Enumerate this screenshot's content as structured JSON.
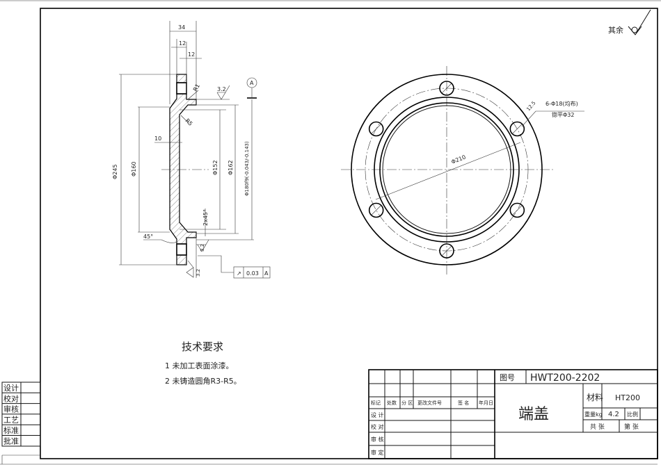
{
  "drawing": {
    "surface_finish_note": "其余",
    "section_dims": {
      "d34": "34",
      "d12a": "12",
      "d12b": "12",
      "r1": "R1",
      "r5": "R5",
      "ra32_top": "3.2",
      "datum": "A",
      "d10": "10",
      "d245": "Φ245",
      "d160": "Φ160",
      "d152": "Φ152",
      "d162": "Φ162",
      "d180": "Φ180f9(-0.043/-0.143)",
      "chamfer": "2x45°",
      "angle45": "45°",
      "ra32_mid": "3.2",
      "ra32_bot": "3.2",
      "tolerance_symbol": "↗",
      "tolerance_value": "0.03",
      "tolerance_datum": "A"
    },
    "front_dims": {
      "d210": "Φ210",
      "ra125": "12.5",
      "holes": "6-Φ18(均布)",
      "counterbore": "锪平Φ32"
    },
    "tech_req": {
      "title": "技术要求",
      "items": [
        "1  未加工表面涂漆。",
        "2  未铸造圆角R3-R5。"
      ]
    }
  },
  "side_table": [
    "设计",
    "校对",
    "审核",
    "工艺",
    "标准",
    "批准"
  ],
  "title_block": {
    "drawing_no_label": "图号",
    "drawing_no": "HWT200-2202",
    "part_name": "端盖",
    "material_label": "材料",
    "material": "HT200",
    "weight_label": "重量kg",
    "weight": "4.2",
    "scale_label": "比例",
    "sheets_total": "共    张",
    "sheet_no": "第    张",
    "header": [
      "标记",
      "处数",
      "分 区",
      "更改文件号",
      "签 名",
      "年月日"
    ],
    "roles": [
      "设 计",
      "校 对",
      "审 核",
      "审 定"
    ]
  }
}
